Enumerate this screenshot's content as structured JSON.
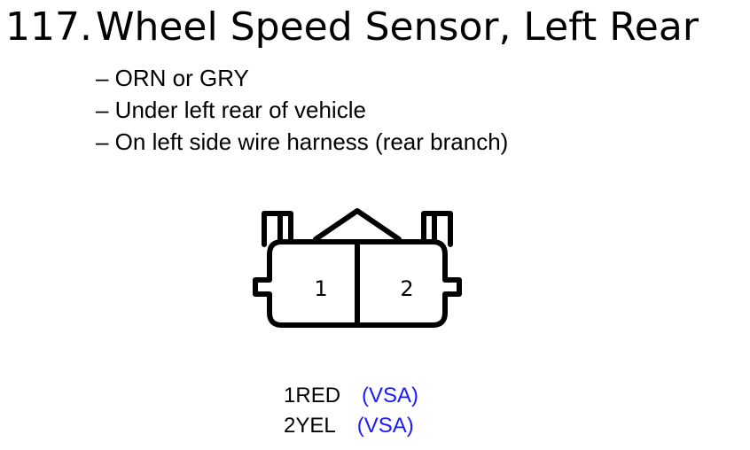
{
  "title": {
    "number": "117.",
    "text": "Wheel Speed Sensor, Left Rear"
  },
  "notes": [
    "– ORN or GRY",
    "– Under left rear of vehicle",
    "– On left side wire harness (rear branch)"
  ],
  "connector": {
    "cavities": [
      "1",
      "2"
    ]
  },
  "pins": [
    {
      "number": "1",
      "wire_color": "RED",
      "system": "(VSA)"
    },
    {
      "number": "2",
      "wire_color": "YEL",
      "system": "(VSA)"
    }
  ],
  "colors": {
    "text": "#000000",
    "system_label": "#1a1aff",
    "outline": "#000000"
  }
}
